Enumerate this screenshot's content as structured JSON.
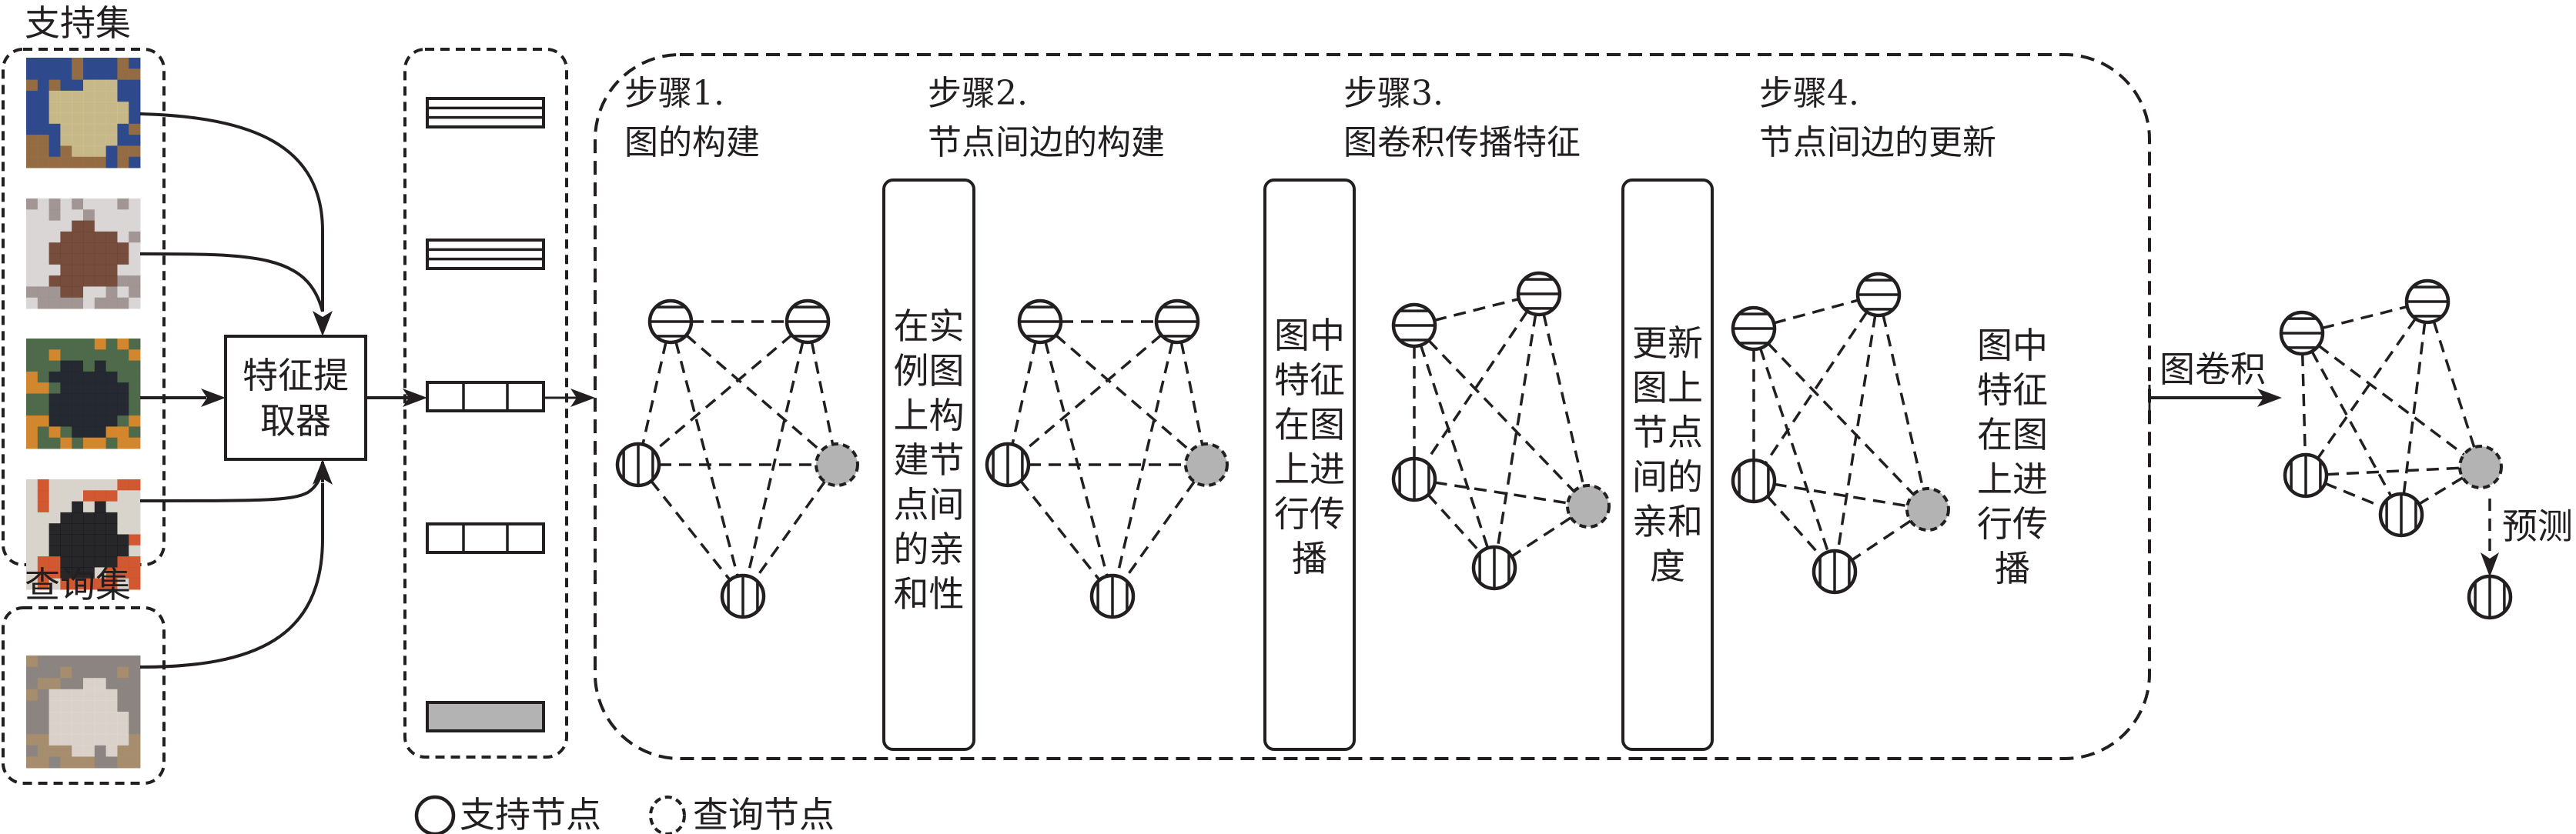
{
  "colors": {
    "ink": "#231f20",
    "query_fill": "#b3b3b3",
    "background": "#ffffff"
  },
  "support_set": {
    "title": "支持集",
    "images": [
      {
        "subject": "dog (tan, blue background)",
        "palette": [
          "#2f4a8c",
          "#d8c48a",
          "#a0703c"
        ]
      },
      {
        "subject": "dog (brown poodle)",
        "palette": [
          "#d9d6d6",
          "#6b3f2c",
          "#9a8f8c"
        ]
      },
      {
        "subject": "toucan (green foliage)",
        "palette": [
          "#4f6a4a",
          "#1f2230",
          "#e08a2a"
        ]
      },
      {
        "subject": "toucan (light background)",
        "palette": [
          "#d8d4cc",
          "#141418",
          "#d24a20"
        ]
      }
    ]
  },
  "query_set": {
    "title": "查询集",
    "images": [
      {
        "subject": "dog (white, blurry)",
        "palette": [
          "#8c8480",
          "#e2dad2",
          "#a88e6c"
        ]
      }
    ]
  },
  "feature_extractor": {
    "lines": [
      "特征提",
      "取器"
    ]
  },
  "feature_vectors": [
    {
      "pattern": "horizontal-stripes"
    },
    {
      "pattern": "horizontal-stripes"
    },
    {
      "pattern": "vertical-blocks"
    },
    {
      "pattern": "vertical-blocks"
    },
    {
      "pattern": "gray-fill"
    }
  ],
  "steps": [
    {
      "label": "步骤1.",
      "title": "图的构建"
    },
    {
      "label": "步骤2.",
      "title": "节点间边的构建"
    },
    {
      "label": "步骤3.",
      "title": "图卷积传播特征"
    },
    {
      "label": "步骤4.",
      "title": "节点间边的更新"
    }
  ],
  "process_boxes": [
    {
      "rows": [
        "在实",
        "例图",
        "上构",
        "建节",
        "点间",
        "的亲",
        "和性"
      ]
    },
    {
      "rows": [
        "图中",
        "特征",
        "在图",
        "上进",
        "行传",
        "播"
      ]
    },
    {
      "rows": [
        "更新",
        "图上",
        "节点",
        "间的",
        "亲和",
        "度"
      ]
    }
  ],
  "trailing_text": {
    "rows": [
      "图中",
      "特征",
      "在图",
      "上进",
      "行传",
      "播"
    ]
  },
  "graph_conv_label": "图卷积",
  "predict_label": "预测",
  "legend": {
    "support_node": "支持节点",
    "query_node": "查询节点"
  },
  "graph": {
    "node_types": [
      "support-horizontal",
      "support-horizontal",
      "support-vertical",
      "query",
      "support-vertical"
    ],
    "edges": [
      [
        0,
        1
      ],
      [
        0,
        2
      ],
      [
        0,
        3
      ],
      [
        0,
        4
      ],
      [
        1,
        2
      ],
      [
        1,
        3
      ],
      [
        1,
        4
      ],
      [
        2,
        3
      ],
      [
        2,
        4
      ],
      [
        3,
        4
      ]
    ],
    "prediction_node_type": "support-vertical"
  }
}
